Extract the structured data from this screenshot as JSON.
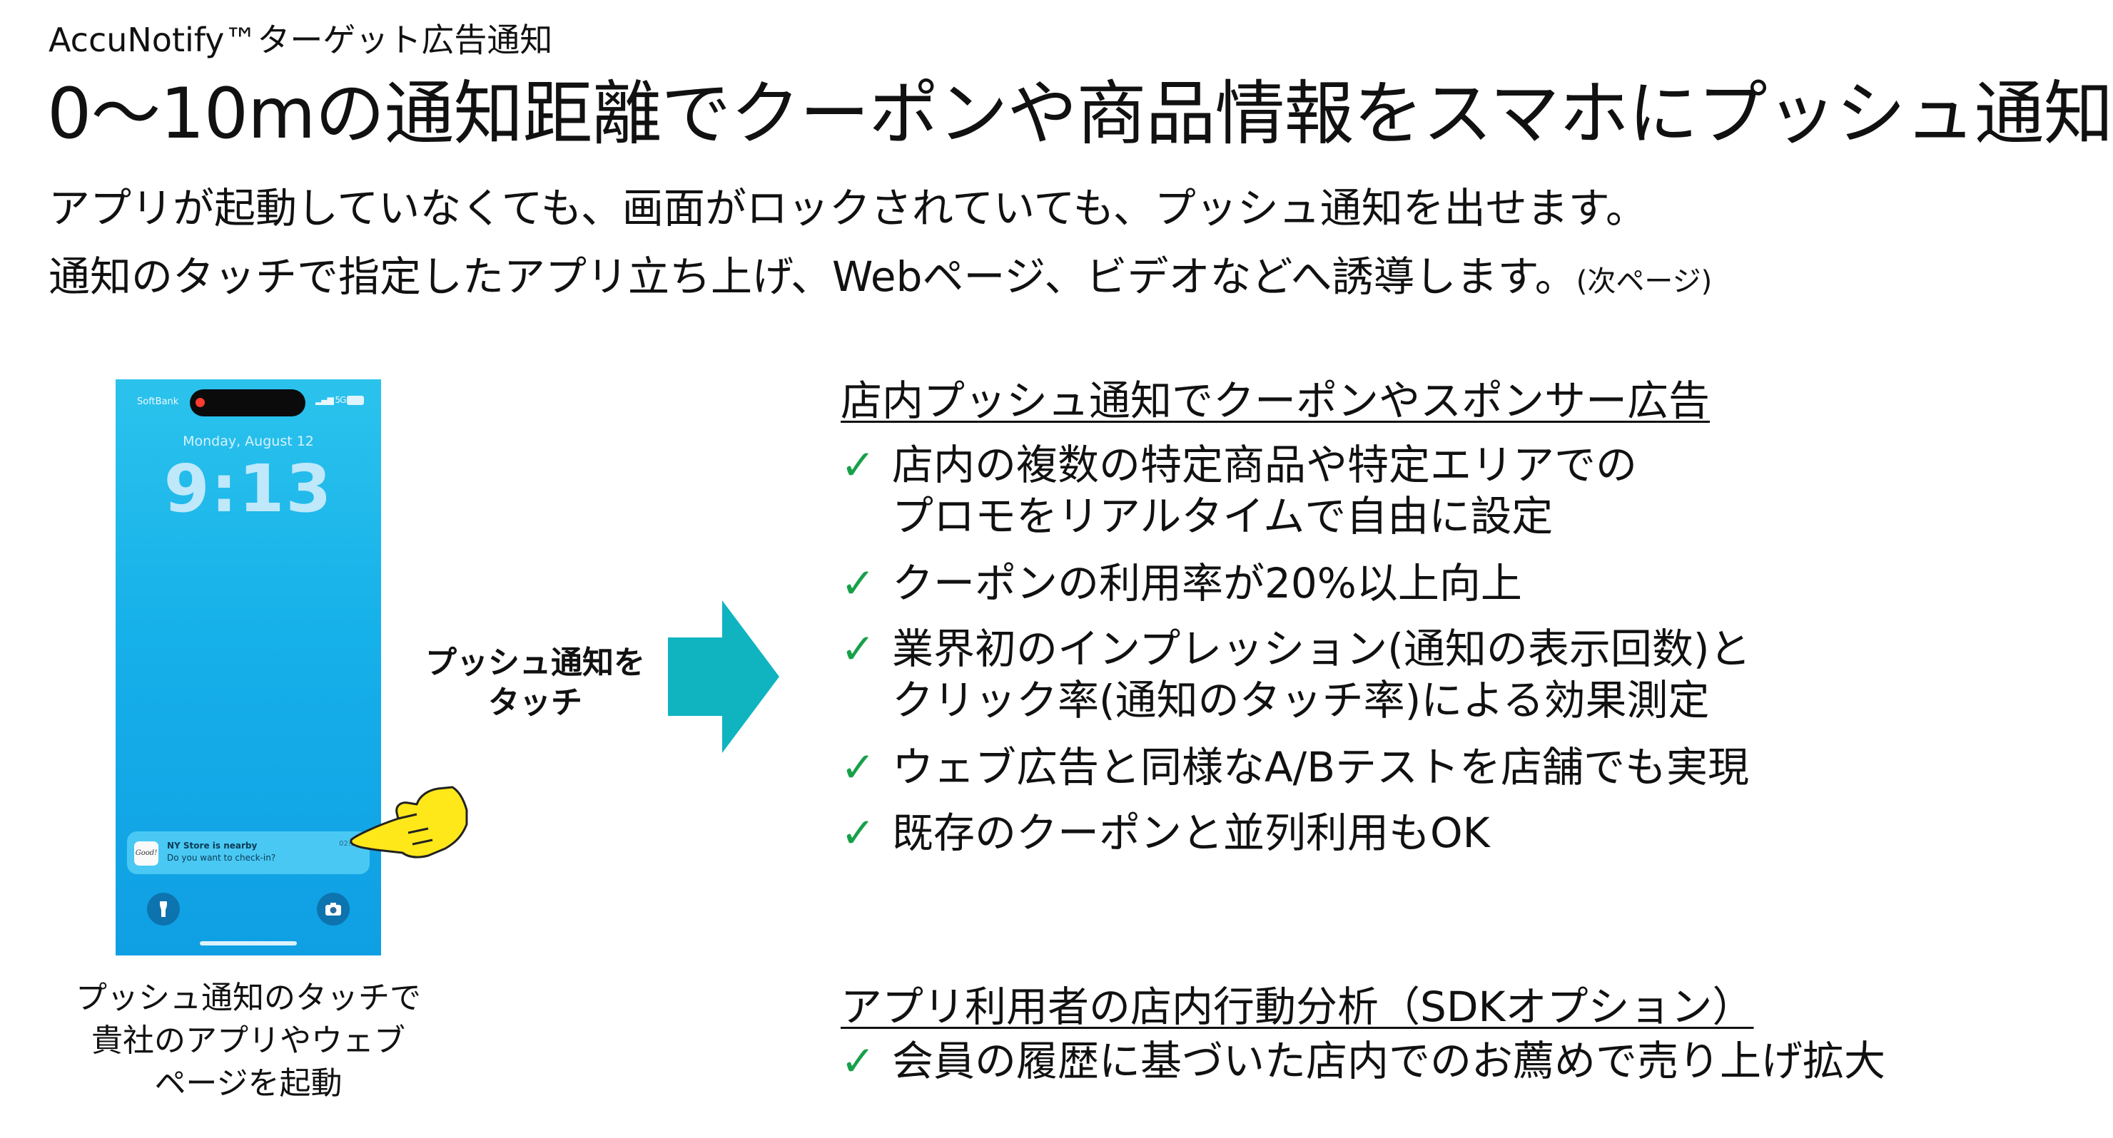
{
  "header": {
    "eyebrow": "AccuNotify™ターゲット広告通知",
    "title": "0～10mの通知距離でクーポンや商品情報をスマホにプッシュ通知"
  },
  "lead": {
    "line1": "アプリが起動していなくても、画面がロックされていても、プッシュ通知を出せます。",
    "line2": "通知のタッチで指定したアプリ立ち上げ、Webページ、ビデオなどへ誘導します。",
    "line2_note": "(次ページ)"
  },
  "phone": {
    "carrier": "SoftBank",
    "signal": "5G",
    "date": "Monday, August 12",
    "time": "9:13",
    "notification": {
      "app_logo_text": "Good!",
      "title": "NY Store is nearby",
      "body": "Do you want to check-in?",
      "time": "02:16"
    },
    "left_button_icon": "flashlight-icon",
    "right_button_icon": "camera-icon"
  },
  "phone_caption": [
    "プッシュ通知のタッチで",
    "貴社のアプリやウェブ",
    "ページを起動"
  ],
  "touch_label": [
    "プッシュ通知を",
    "タッチ"
  ],
  "colors": {
    "arrow": "#10b4c0",
    "check": "#18a04a",
    "hand": "#ffe81a"
  },
  "section1": {
    "title": "店内プッシュ通知でクーポンやスポンサー広告",
    "items": [
      {
        "line1": "店内の複数の特定商品や特定エリアでの",
        "line2": "プロモをリアルタイムで自由に設定"
      },
      {
        "line1": "クーポンの利用率が20%以上向上"
      },
      {
        "line1": "業界初のインプレッション(通知の表示回数)と",
        "line2": "クリック率(通知のタッチ率)による効果測定"
      },
      {
        "line1": "ウェブ広告と同様なA/Bテストを店舗でも実現"
      },
      {
        "line1": "既存のクーポンと並列利用もOK"
      }
    ]
  },
  "section2": {
    "title": "アプリ利用者の店内行動分析（SDKオプション）",
    "items": [
      {
        "line1": "会員の履歴に基づいた店内でのお薦めで売り上げ拡大"
      }
    ]
  },
  "check_mark": "✓"
}
